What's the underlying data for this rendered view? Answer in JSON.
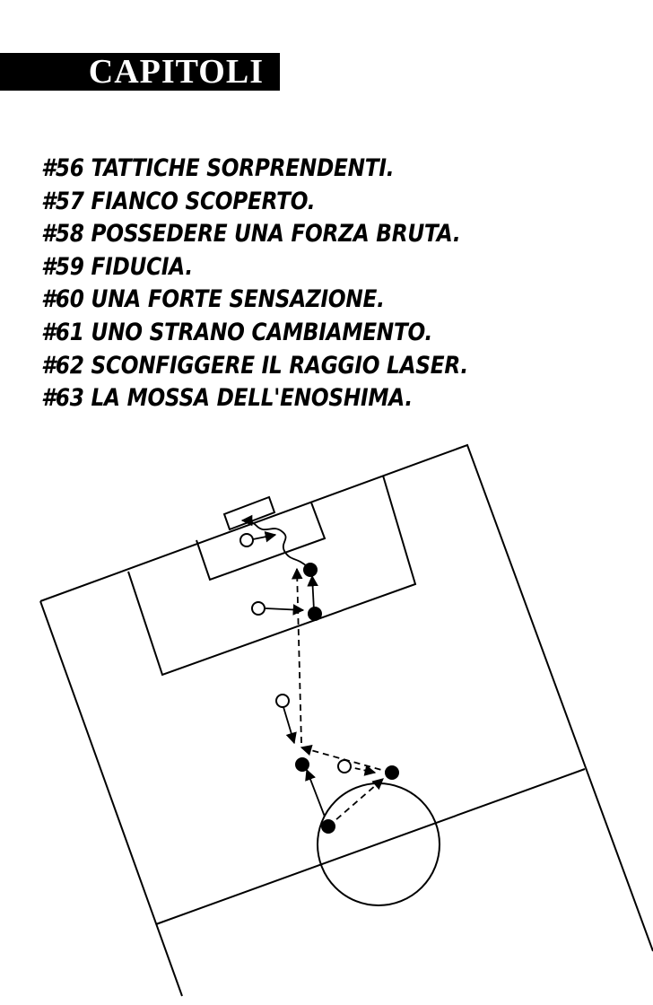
{
  "header": {
    "title": "CAPITOLI"
  },
  "chapters": [
    "#56 TATTICHE SORPRENDENTI.",
    "#57 FIANCO SCOPERTO.",
    "#58 POSSEDERE UNA FORZA BRUTA.",
    "#59 FIDUCIA.",
    "#60 UNA FORTE SENSAZIONE.",
    "#61 UNO STRANO CAMBIAMENTO.",
    "#62 SCONFIGGERE IL RAGGIO LASER.",
    "#63 LA MOSSA DELL'ENOSHIMA."
  ],
  "diagram": {
    "colors": {
      "ink": "#000000",
      "background": "#ffffff"
    }
  }
}
